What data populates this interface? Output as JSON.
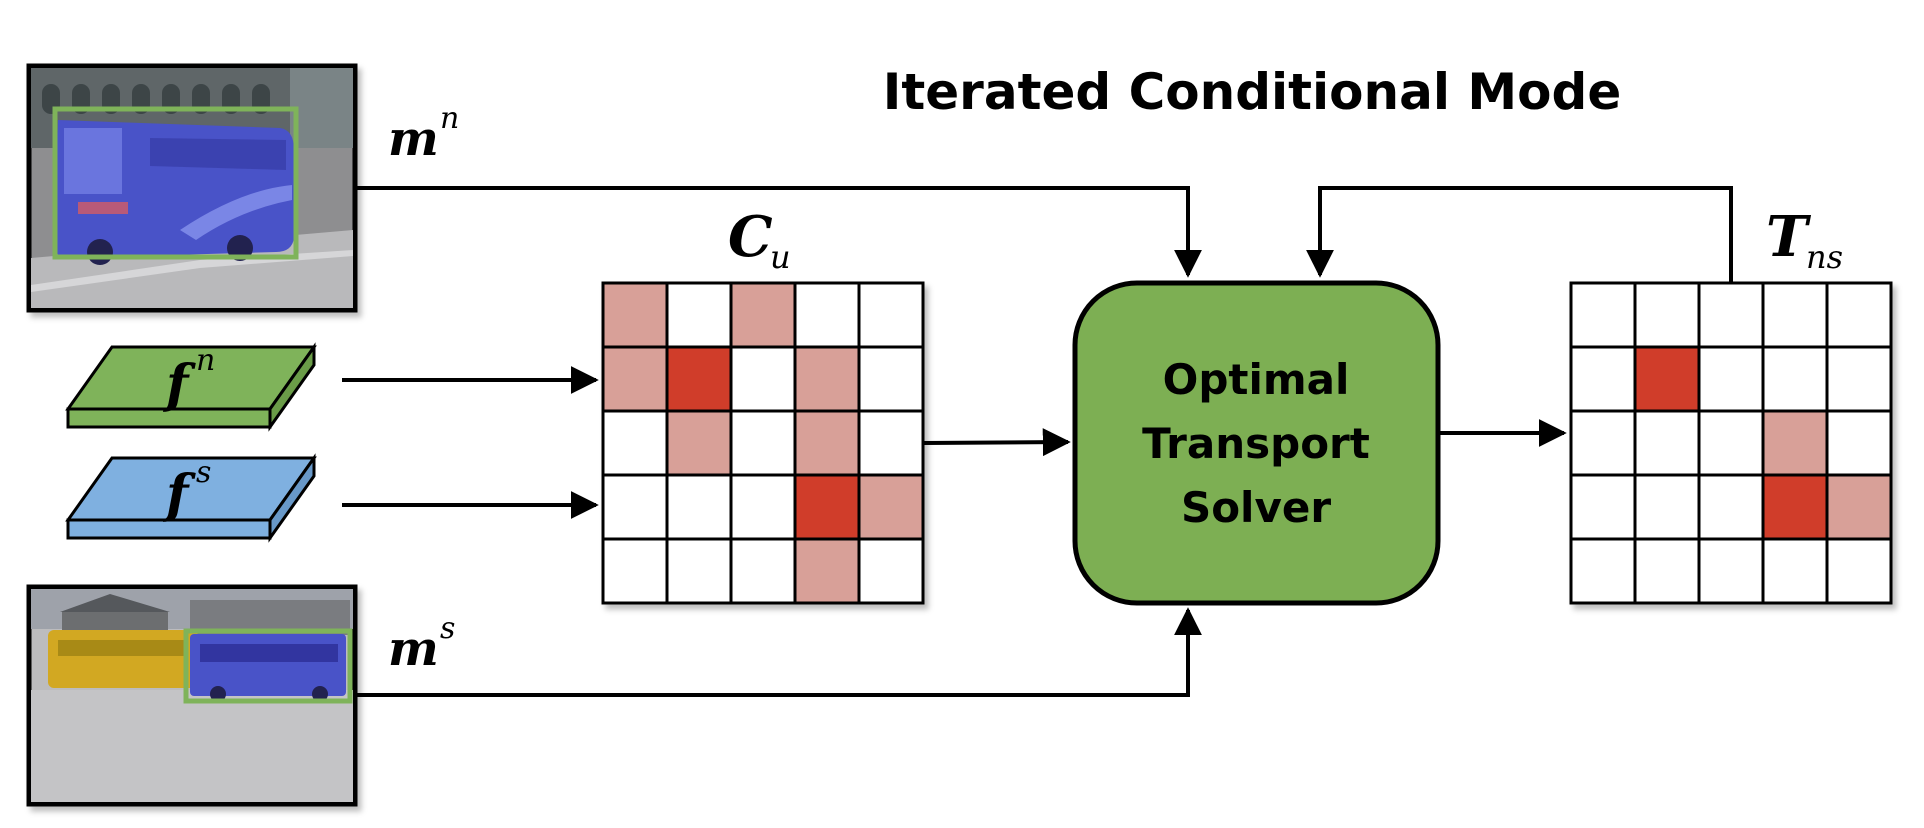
{
  "title": "Iterated Conditional Mode",
  "labels": {
    "mn": {
      "base": "m",
      "sup": "n"
    },
    "ms": {
      "base": "m",
      "sup": "s"
    },
    "fn": {
      "base": "f",
      "sup": "n"
    },
    "fs": {
      "base": "f",
      "sup": "s"
    },
    "cu": {
      "base": "C",
      "sub": "u"
    },
    "tns": {
      "base": "T",
      "sub": "ns"
    }
  },
  "solver": {
    "lines": [
      "Optimal",
      "Transport",
      "Solver"
    ]
  },
  "colors": {
    "solver_fill": "#7daf53",
    "feature_n": "#7fb35a",
    "feature_s": "#7fb0e0",
    "cell_light": "#d8a098",
    "cell_dark": "#d03c2c",
    "cell_empty": "#ffffff",
    "bbox": "#7fb35a",
    "vehicle_blue": "#4a52c8",
    "vehicle_yellow": "#d2a820"
  },
  "cost_matrix": [
    [
      "light",
      "empty",
      "light",
      "empty",
      "empty"
    ],
    [
      "light",
      "dark",
      "empty",
      "light",
      "empty"
    ],
    [
      "empty",
      "light",
      "empty",
      "light",
      "empty"
    ],
    [
      "empty",
      "empty",
      "empty",
      "dark",
      "light"
    ],
    [
      "empty",
      "empty",
      "empty",
      "light",
      "empty"
    ]
  ],
  "transport_matrix": [
    [
      "empty",
      "empty",
      "empty",
      "empty",
      "empty"
    ],
    [
      "empty",
      "dark",
      "empty",
      "empty",
      "empty"
    ],
    [
      "empty",
      "empty",
      "empty",
      "light",
      "empty"
    ],
    [
      "empty",
      "empty",
      "empty",
      "dark",
      "light"
    ],
    [
      "empty",
      "empty",
      "empty",
      "empty",
      "empty"
    ]
  ],
  "images": {
    "top": {
      "icon": "bus-scene-image"
    },
    "bottom": {
      "icon": "buses-parking-image"
    }
  }
}
